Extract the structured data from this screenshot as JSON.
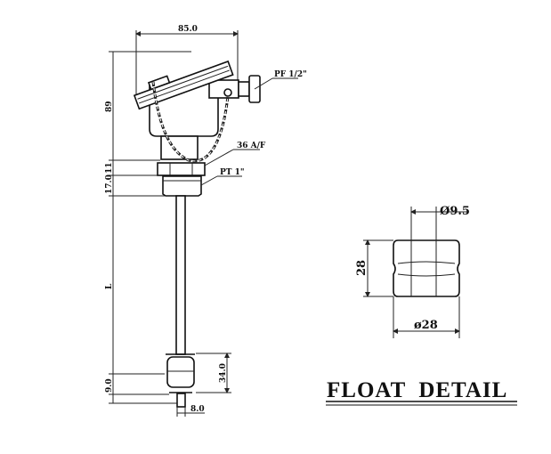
{
  "sensor": {
    "dim_width": "85.0",
    "dim_head_height": "89",
    "conduit_label": "PF 1/2\"",
    "hex_label": "36 A/F",
    "thread_label": "PT 1\"",
    "dim_hex": "11",
    "dim_thread": "17.0",
    "dim_length": "L",
    "dim_bottom": "9.0",
    "dim_float_height": "34.0",
    "dim_tip": "8.0"
  },
  "float_detail": {
    "dim_bore": "Ø9.5",
    "dim_height": "28",
    "dim_diameter": "ø28",
    "title": "FLOAT  DETAIL"
  }
}
